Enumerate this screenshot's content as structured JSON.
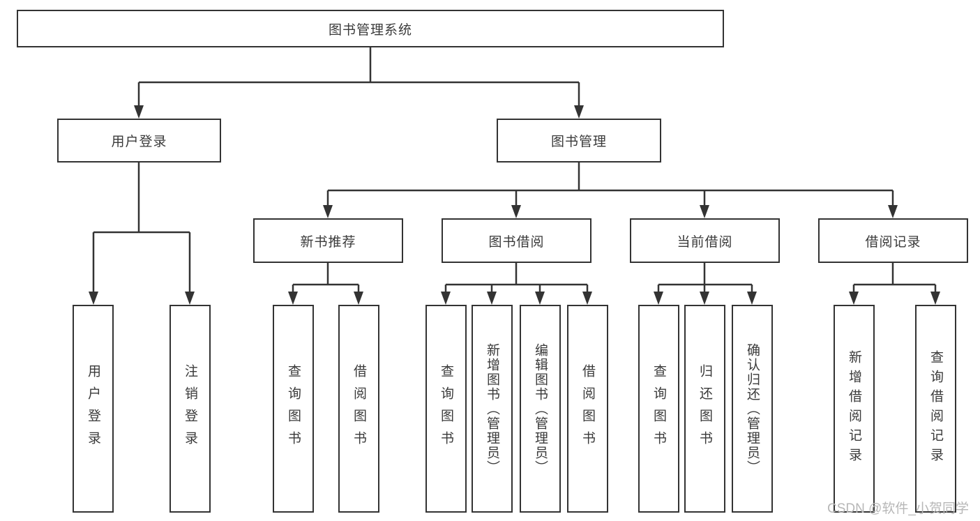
{
  "diagram": {
    "type": "tree",
    "title": "图书管理系统"
  },
  "nodes": {
    "root": "图书管理系统",
    "user_login": "用户登录",
    "book_mgmt": "图书管理",
    "login_leaf_1": "用户登录",
    "login_leaf_2": "注销登录",
    "new_books": "新书推荐",
    "book_borrow": "图书借阅",
    "current_borrow": "当前借阅",
    "borrow_records": "借阅记录",
    "nb_leaf_1": "查询图书",
    "nb_leaf_2": "借阅图书",
    "bb_leaf_1": "查询图书",
    "bb_leaf_2": "新增图书（管理员）",
    "bb_leaf_3": "编辑图书（管理员）",
    "bb_leaf_4": "借阅图书",
    "cb_leaf_1": "查询图书",
    "cb_leaf_2": "归还图书",
    "cb_leaf_3": "确认归还（管理员）",
    "br_leaf_1": "新增借阅记录",
    "br_leaf_2": "查询借阅记录"
  },
  "watermark": "CSDN @软件_小贺同学",
  "colors": {
    "line": "#333333",
    "border": "#333333",
    "text": "#3a3a3a",
    "watermark": "#b7b7b7",
    "background": "#ffffff"
  }
}
